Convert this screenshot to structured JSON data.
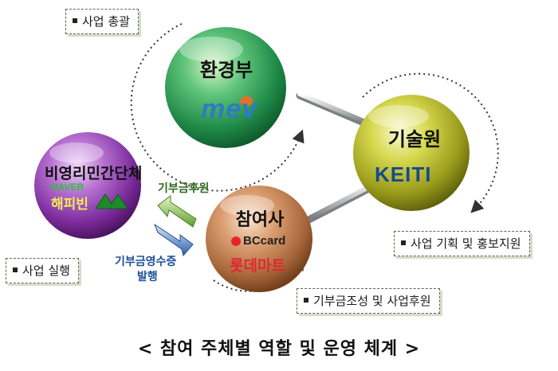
{
  "nodes": {
    "ministry": {
      "title": "환경부",
      "logo": "mev"
    },
    "institute": {
      "title": "기술원",
      "logo": "KEITI"
    },
    "participant": {
      "title": "참여사",
      "logo1": "BCcard",
      "logo2": "롯데마트"
    },
    "ngo": {
      "title": "비영리민간단체",
      "logo1": "NAVER",
      "logo2": "해피빈"
    }
  },
  "labels": {
    "ministry_role": "사업 총괄",
    "institute_role": "사업 기획 및 홍보지원",
    "participant_role": "기부금조성 및 사업후원",
    "ngo_role": "사업 실행"
  },
  "arrows": {
    "donation": "기부금후원",
    "receipt_line1": "기부금영수증",
    "receipt_line2": "발행"
  },
  "caption": "< 참여 주체별 역할 및 운영 체계 >",
  "colors": {
    "ministry": "#2f9a58",
    "institute": "#a8ab2a",
    "participant": "#b87a4e",
    "ngo": "#8b3fa8",
    "arrow_green": "#6cab3e",
    "arrow_blue": "#3c6fb4",
    "text_blue": "#1f4e9a",
    "text_green": "#2e6a1e"
  }
}
